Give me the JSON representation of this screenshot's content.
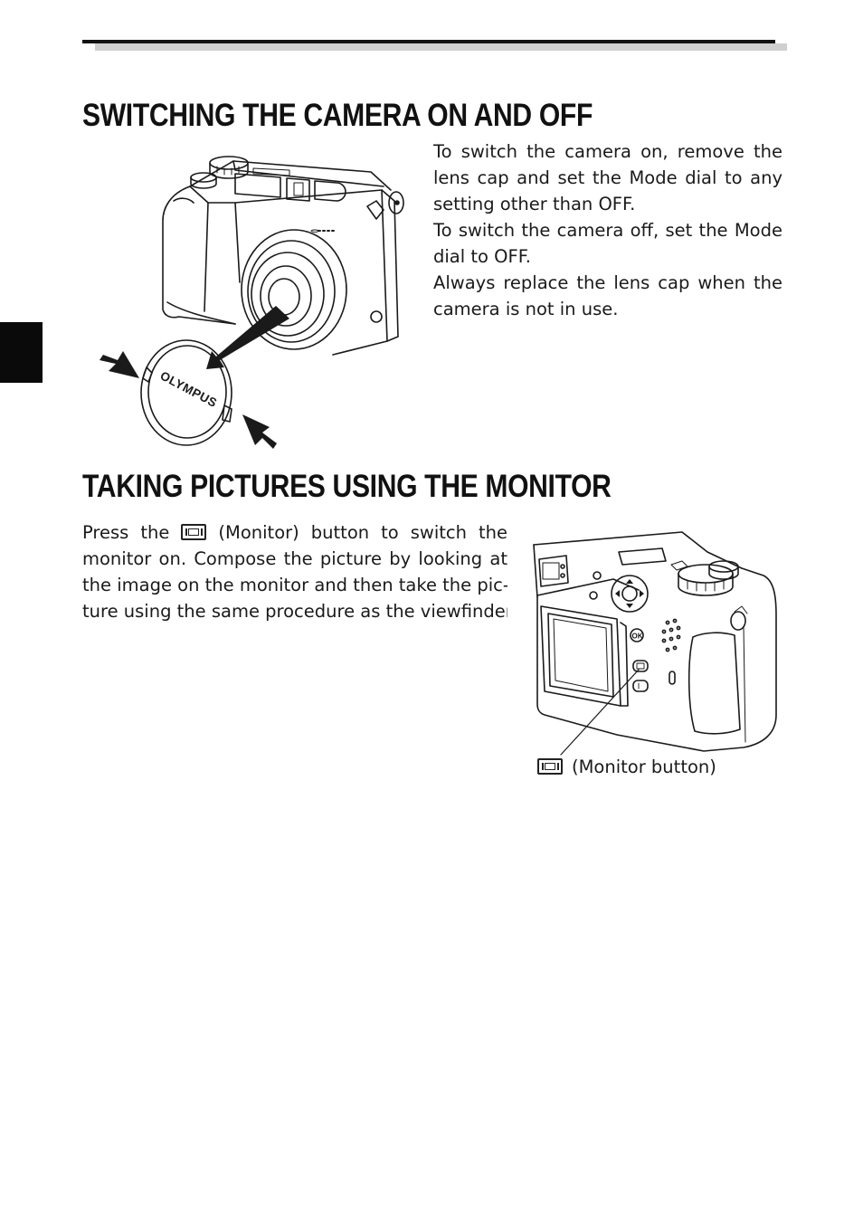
{
  "section1": {
    "title": "SWITCHING THE CAMERA ON AND OFF",
    "lines": [
      "To switch the camera on, remove the",
      "lens cap and set the Mode dial to any",
      "setting other than OFF.",
      "To switch the camera off, set the Mode",
      "dial to OFF.",
      "Always replace the lens cap when the",
      "camera is not in use."
    ],
    "figure": {
      "cap_label": "OLYMPUS"
    }
  },
  "section2": {
    "title": "TAKING PICTURES USING THE MONITOR",
    "line1_before": "Press the",
    "line1_after": "(Monitor) button to switch the",
    "line1_icon": "monitor-button-icon",
    "lines": [
      "monitor on. Compose the picture by looking at",
      "the image on the monitor and then take the pic-",
      "ture using the same procedure as the viewfinder."
    ],
    "figure": {
      "ok_label": "OK",
      "caption": "(Monitor button)",
      "caption_icon": "monitor-button-icon"
    }
  }
}
